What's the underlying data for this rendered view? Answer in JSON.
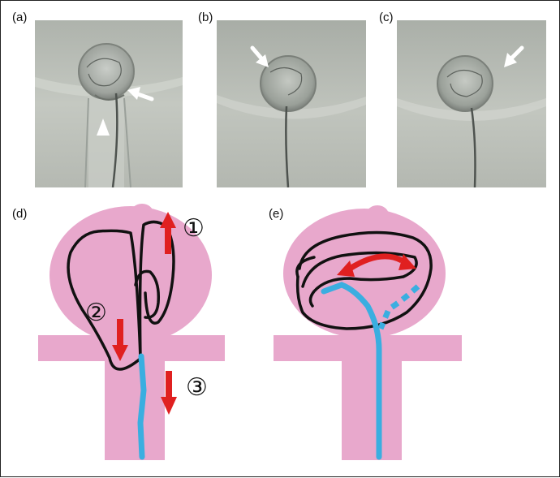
{
  "panels": {
    "a": {
      "label": "(a)"
    },
    "b": {
      "label": "(b)"
    },
    "c": {
      "label": "(c)"
    },
    "d": {
      "label": "(d)"
    },
    "e": {
      "label": "(e)"
    }
  },
  "steps": {
    "step1": "①",
    "step2": "②",
    "step3": "③"
  },
  "colors": {
    "body_pink": "#e8a8cc",
    "wire_blue": "#3aaee0",
    "arrow_red": "#e02020",
    "outline_black": "#111111",
    "photo_bg": "#b9beb6"
  },
  "icons": [
    "white-arrow-icon",
    "white-triangle-icon",
    "red-arrow-icon",
    "curved-double-arrow-icon"
  ]
}
